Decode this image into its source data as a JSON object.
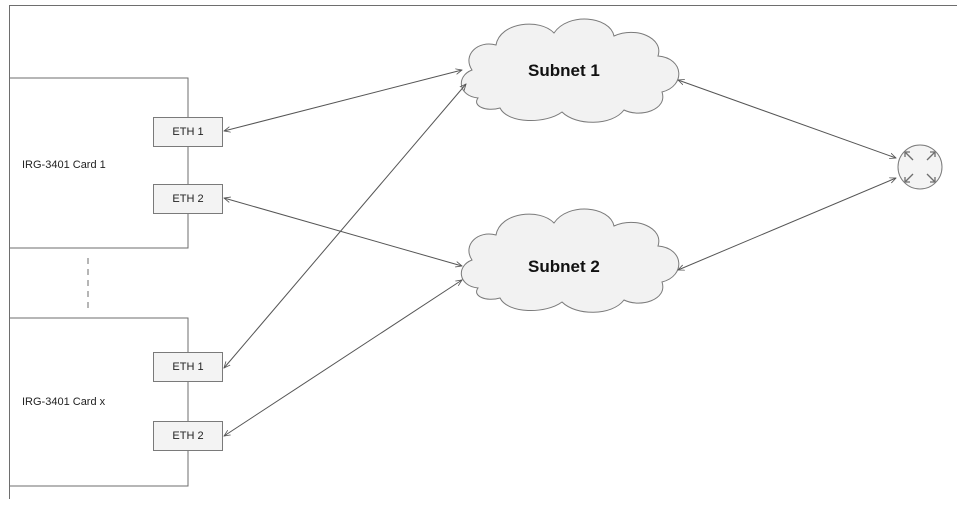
{
  "cards": [
    {
      "label": "IRG-3401 Card 1",
      "ports": [
        "ETH 1",
        "ETH 2"
      ]
    },
    {
      "label": "IRG-3401 Card x",
      "ports": [
        "ETH 1",
        "ETH 2"
      ]
    }
  ],
  "subnets": [
    "Subnet 1",
    "Subnet 2"
  ],
  "router_icon": "router-icon",
  "connections": [
    {
      "from": "Card 1 ETH 1",
      "to": "Subnet 1"
    },
    {
      "from": "Card 1 ETH 2",
      "to": "Subnet 2"
    },
    {
      "from": "Card x ETH 1",
      "to": "Subnet 1"
    },
    {
      "from": "Card x ETH 2",
      "to": "Subnet 2"
    },
    {
      "from": "Subnet 1",
      "to": "router"
    },
    {
      "from": "Subnet 2",
      "to": "router"
    }
  ]
}
